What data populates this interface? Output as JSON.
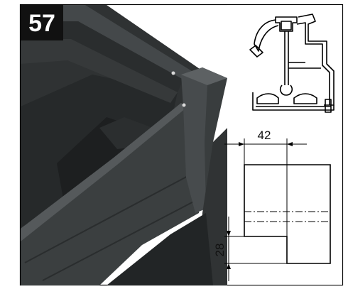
{
  "figure": {
    "step_number": "57",
    "dimension_top": "42",
    "dimension_side": "28"
  },
  "colors": {
    "frame_border": "#000000",
    "badge_bg": "#111111",
    "profile_dark": "#3a3d3e",
    "profile_shadow": "#1c1e1f",
    "profile_light": "#54585a",
    "drawing_line": "#000000"
  }
}
